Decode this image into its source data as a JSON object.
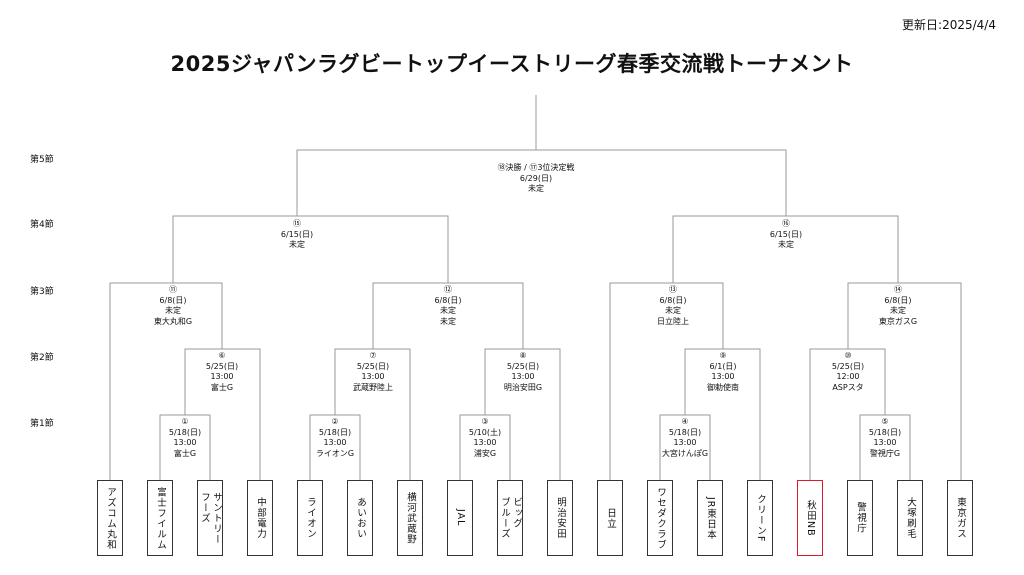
{
  "updated": "更新日:2025/4/4",
  "title": "2025ジャパンラグビートップイーストリーグ春季交流戦トーナメント",
  "rounds": [
    "第5節",
    "第4節",
    "第3節",
    "第2節",
    "第1節"
  ],
  "matches": {
    "m1": {
      "no": "①",
      "date": "5/18(日)",
      "time": "13:00",
      "venue": "富士G"
    },
    "m2": {
      "no": "②",
      "date": "5/18(日)",
      "time": "13:00",
      "venue": "ライオンG"
    },
    "m3": {
      "no": "③",
      "date": "5/10(土)",
      "time": "13:00",
      "venue": "浦安G"
    },
    "m4": {
      "no": "④",
      "date": "5/18(日)",
      "time": "13:00",
      "venue": "大宮けんぽG"
    },
    "m5": {
      "no": "⑤",
      "date": "5/18(日)",
      "time": "13:00",
      "venue": "警視庁G"
    },
    "m6": {
      "no": "⑥",
      "date": "5/25(日)",
      "time": "13:00",
      "venue": "富士G"
    },
    "m7": {
      "no": "⑦",
      "date": "5/25(日)",
      "time": "13:00",
      "venue": "武蔵野陸上"
    },
    "m8": {
      "no": "⑧",
      "date": "5/25(日)",
      "time": "13:00",
      "venue": "明治安田G"
    },
    "m9": {
      "no": "⑨",
      "date": "6/1(日)",
      "time": "13:00",
      "venue": "御勅使南"
    },
    "m10": {
      "no": "⑩",
      "date": "5/25(日)",
      "time": "12:00",
      "venue": "ASPスタ"
    },
    "m11": {
      "no": "⑪",
      "date": "6/8(日)",
      "time": "未定",
      "venue": "東大丸和G"
    },
    "m12": {
      "no": "⑫",
      "date": "6/8(日)",
      "time": "未定",
      "venue": "未定"
    },
    "m13": {
      "no": "⑬",
      "date": "6/8(日)",
      "time": "未定",
      "venue": "日立陸上"
    },
    "m14": {
      "no": "⑭",
      "date": "6/8(日)",
      "time": "未定",
      "venue": "東京ガスG"
    },
    "m15": {
      "no": "⑮",
      "date": "6/15(日)",
      "time": "未定"
    },
    "m16": {
      "no": "⑯",
      "date": "6/15(日)",
      "time": "未定"
    },
    "final": {
      "no": "⑱決勝 / ⑰3位決定戦",
      "date": "6/29(日)",
      "time": "未定"
    }
  },
  "teams": [
    {
      "name": "アズコム丸和"
    },
    {
      "name": "富士フイルム"
    },
    {
      "name": "サントリー\nフーズ"
    },
    {
      "name": "中部電力"
    },
    {
      "name": "ライオン"
    },
    {
      "name": "あいおい"
    },
    {
      "name": "横河武蔵野"
    },
    {
      "name": "JAL"
    },
    {
      "name": "ビッグ\nブルーズ"
    },
    {
      "name": "明治安田"
    },
    {
      "name": "日立"
    },
    {
      "name": "ワセダクラブ"
    },
    {
      "name": "JR東日本"
    },
    {
      "name": "クリーンF"
    },
    {
      "name": "秋田NB",
      "highlight": true
    },
    {
      "name": "警視庁"
    },
    {
      "name": "大塚刷毛"
    },
    {
      "name": "東京ガス"
    }
  ]
}
